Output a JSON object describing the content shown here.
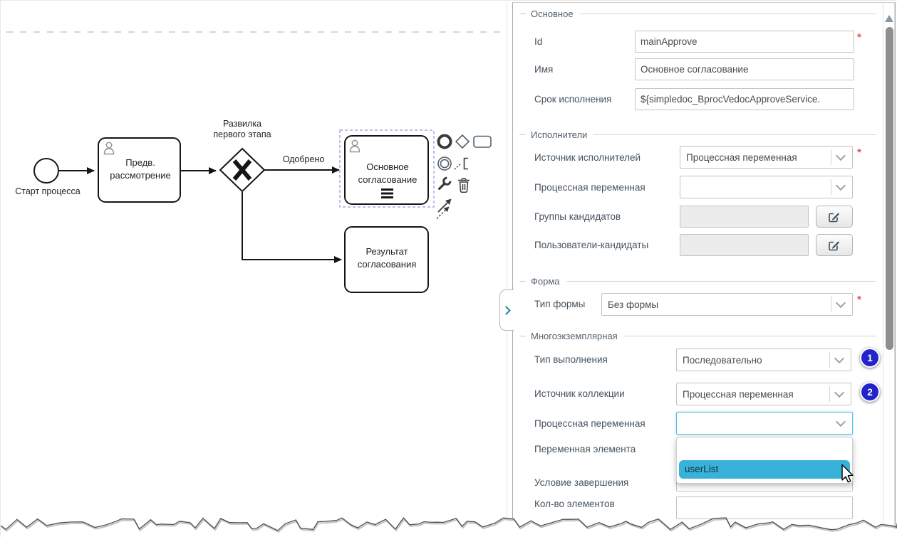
{
  "colors": {
    "option_highlight": "#38b2d8",
    "badge_blue": "#2323cb",
    "required_red": "#e0534e",
    "selection_dash": "#a8a8e4",
    "focus_border": "#55c1e4"
  },
  "diagram": {
    "start": {
      "label": "Старт процесса"
    },
    "task_preliminary": {
      "line1": "Предв.",
      "line2": "рассмотрение"
    },
    "gateway": {
      "line1": "Развилка",
      "line2": "первого этапа"
    },
    "flow_approved": {
      "label": "Одобрено"
    },
    "task_main": {
      "line1": "Основное",
      "line2": "согласование"
    },
    "task_result": {
      "line1": "Результат",
      "line2": "согласования"
    },
    "context_pad": {
      "icons": [
        "end-event",
        "gateway",
        "task",
        "intermediate-event",
        "text-annotation",
        "wrench",
        "delete",
        "connect"
      ]
    }
  },
  "panel": {
    "basic": {
      "title": "Основное",
      "id_label": "Id",
      "id_value": "mainApprove",
      "name_label": "Имя",
      "name_value": "Основное согласование",
      "deadline_label": "Срок исполнения",
      "deadline_value": "${simpledoc_BprocVedocApproveService."
    },
    "executors": {
      "title": "Исполнители",
      "source_label": "Источник исполнителей",
      "source_value": "Процессная переменная",
      "variable_label": "Процессная переменная",
      "variable_value": "",
      "groups_label": "Группы кандидатов",
      "groups_value": "",
      "users_label": "Пользователи-кандидаты",
      "users_value": ""
    },
    "form": {
      "title": "Форма",
      "type_label": "Тип формы",
      "type_value": "Без формы"
    },
    "multi": {
      "title": "Многоэкземплярная",
      "exec_type_label": "Тип выполнения",
      "exec_type_value": "Последовательно",
      "collection_source_label": "Источник коллекции",
      "collection_source_value": "Процессная переменная",
      "process_variable_label": "Процессная переменная",
      "process_variable_value": "",
      "element_variable_label": "Переменная элемента",
      "completion_condition_label": "Условие завершения",
      "items_count_label": "Кол-во элементов",
      "badge_1": "1",
      "badge_2": "2",
      "dropdown": {
        "option_empty": "",
        "option_userlist": "userList"
      }
    }
  }
}
